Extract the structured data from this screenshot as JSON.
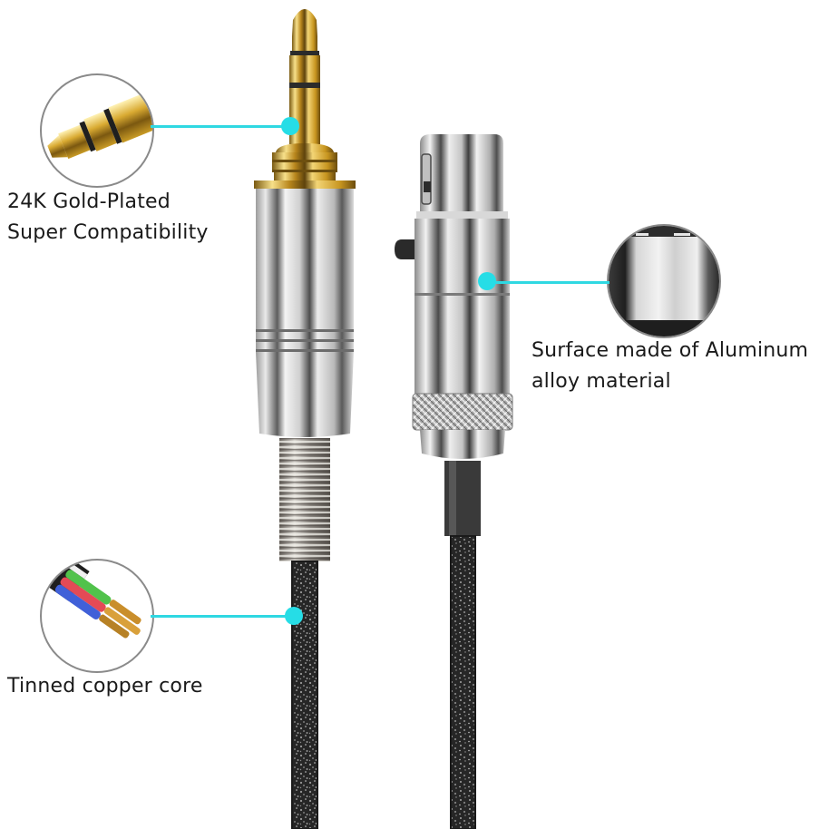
{
  "image": {
    "subject": "3.5mm stereo jack to mini XLR (TA4F) headphone cable",
    "background": "#ffffff"
  },
  "callouts": [
    {
      "id": "gold-plated",
      "inset": "gold-plug-tip-closeup",
      "lines": [
        "24K Gold-Plated",
        "Super Compatibility"
      ]
    },
    {
      "id": "aluminum",
      "inset": "aluminum-surface-closeup",
      "lines": [
        "Surface made of Aluminum",
        "alloy material"
      ]
    },
    {
      "id": "copper-core",
      "inset": "tinned-copper-wires-closeup",
      "lines": [
        "Tinned copper core"
      ]
    }
  ],
  "colors": {
    "callout_accent": "#26dde6",
    "gold": "#d4a72c",
    "chrome": "#c9c9c9",
    "cable": "#2a2a2a",
    "text": "#1a1a1a",
    "inset_border": "#8a8a8a"
  }
}
